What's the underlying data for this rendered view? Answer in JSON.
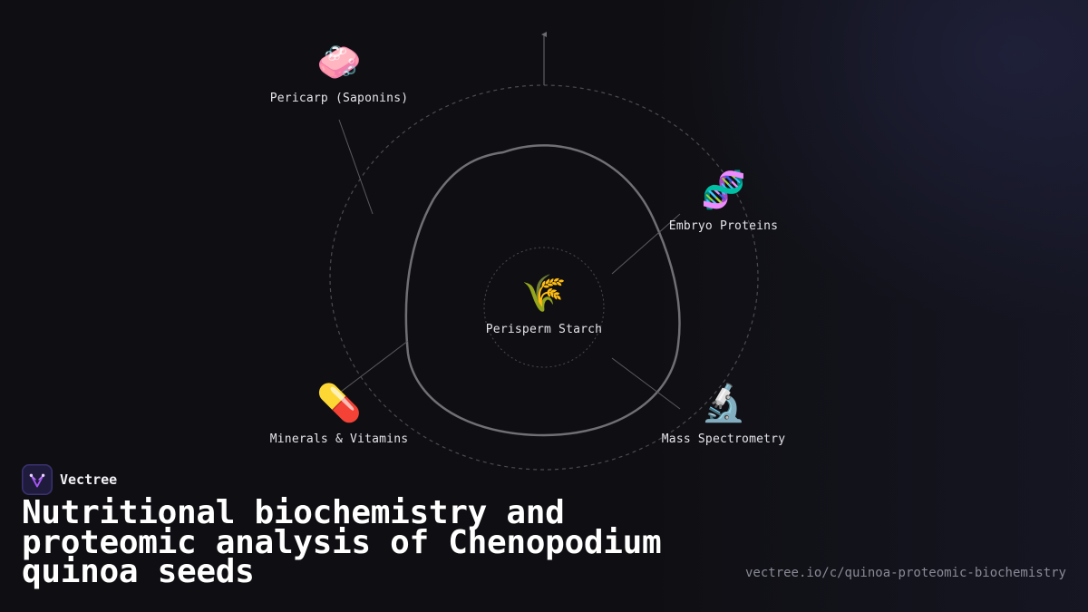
{
  "brand": {
    "name": "Vectree"
  },
  "title": "Nutritional biochemistry and proteomic analysis of Chenopodium quinoa seeds",
  "url": "vectree.io/c/quinoa-proteomic-biochemistry",
  "center": {
    "label": "Perisperm Starch",
    "icon": "wheat-sheaf-icon",
    "glyph": "🌾"
  },
  "nodes": [
    {
      "id": "pericarp",
      "label": "Pericarp (Saponins)",
      "icon": "soap-icon",
      "glyph": "🧼"
    },
    {
      "id": "embryo",
      "label": "Embryo Proteins",
      "icon": "dna-icon",
      "glyph": "🧬"
    },
    {
      "id": "minerals",
      "label": "Minerals & Vitamins",
      "icon": "pill-icon",
      "glyph": "💊"
    },
    {
      "id": "mass-spec",
      "label": "Mass Spectrometry",
      "icon": "microscope-icon",
      "glyph": "🔬"
    }
  ],
  "colors": {
    "background": "#0f0f13",
    "outline": "#6b6b70",
    "dashed": "#4a4a50",
    "accent": "#a855f7"
  }
}
